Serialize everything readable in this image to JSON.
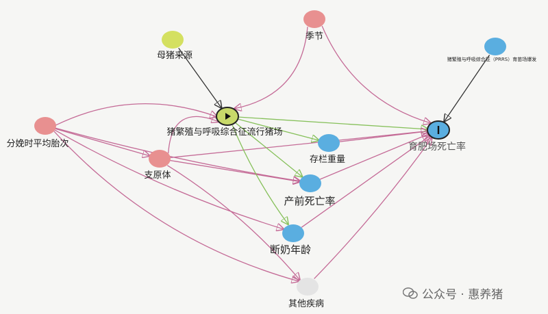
{
  "nodes": {
    "season": {
      "label": "季节",
      "color": "#e89090"
    },
    "sow_source": {
      "label": "母猪来源",
      "color": "#d4e060"
    },
    "prrs_nursery": {
      "label": "猪繁殖与呼吸综合征（PRRS）育苗场爆发",
      "color": "#5aaee0"
    },
    "exposure": {
      "label": "猪繁殖与呼吸综合征流行猪场",
      "color": "#c8d96a"
    },
    "outcome": {
      "label": "育肥场死亡率",
      "color": "#5aaee0"
    },
    "parity": {
      "label": "分娩时平均胎次",
      "color": "#e89090"
    },
    "mycoplasma": {
      "label": "支原体",
      "color": "#e89090"
    },
    "weight": {
      "label": "存栏重量",
      "color": "#5aaee0"
    },
    "prewean_mort": {
      "label": "产前死亡率",
      "color": "#5aaee0"
    },
    "wean_age": {
      "label": "断奶年龄",
      "color": "#5aaee0"
    },
    "other_disease": {
      "label": "其他疾病",
      "color": "#e4e4e4"
    }
  },
  "edges": [
    {
      "from": "sow_source",
      "to": "exposure",
      "kind": "dark"
    },
    {
      "from": "prrs_nursery",
      "to": "outcome",
      "kind": "dark"
    },
    {
      "from": "season",
      "to": "exposure",
      "kind": "pink"
    },
    {
      "from": "season",
      "to": "outcome",
      "kind": "pink"
    },
    {
      "from": "parity",
      "to": "exposure",
      "kind": "pink"
    },
    {
      "from": "parity",
      "to": "mycoplasma",
      "kind": "pink"
    },
    {
      "from": "parity",
      "to": "prewean_mort",
      "kind": "pink"
    },
    {
      "from": "parity",
      "to": "wean_age",
      "kind": "pink"
    },
    {
      "from": "parity",
      "to": "other_disease",
      "kind": "pink"
    },
    {
      "from": "parity",
      "to": "outcome",
      "kind": "pink"
    },
    {
      "from": "mycoplasma",
      "to": "exposure",
      "kind": "pink"
    },
    {
      "from": "mycoplasma",
      "to": "outcome",
      "kind": "pink"
    },
    {
      "from": "mycoplasma",
      "to": "prewean_mort",
      "kind": "pink"
    },
    {
      "from": "mycoplasma",
      "to": "other_disease",
      "kind": "pink"
    },
    {
      "from": "exposure",
      "to": "outcome",
      "kind": "green"
    },
    {
      "from": "exposure",
      "to": "weight",
      "kind": "green"
    },
    {
      "from": "exposure",
      "to": "prewean_mort",
      "kind": "green"
    },
    {
      "from": "exposure",
      "to": "wean_age",
      "kind": "green"
    },
    {
      "from": "weight",
      "to": "outcome",
      "kind": "pink"
    },
    {
      "from": "prewean_mort",
      "to": "outcome",
      "kind": "pink"
    },
    {
      "from": "wean_age",
      "to": "outcome",
      "kind": "pink"
    },
    {
      "from": "other_disease",
      "to": "outcome",
      "kind": "pink"
    }
  ],
  "colors": {
    "pink": "#c46a96",
    "green": "#86c05a",
    "dark": "#333333"
  },
  "watermark": "公众号 · 惠养猪"
}
